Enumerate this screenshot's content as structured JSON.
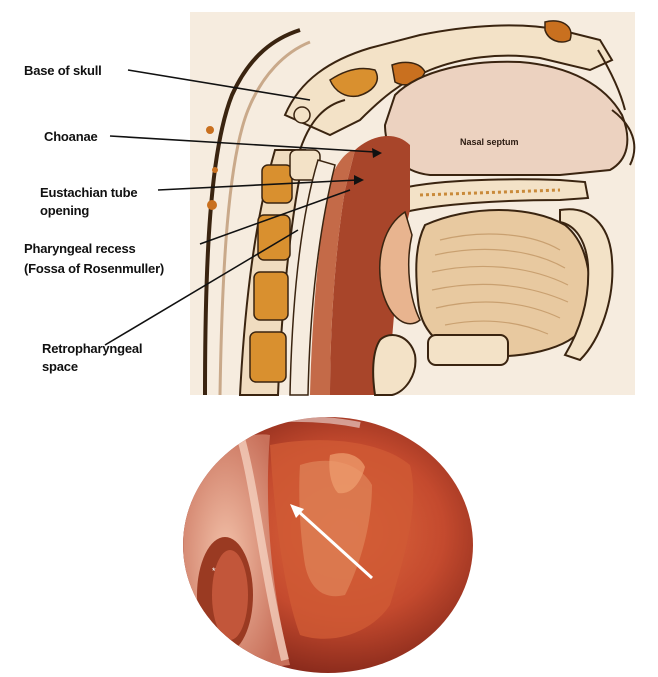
{
  "diagram": {
    "labels": {
      "base_of_skull": "Base of skull",
      "choanae": "Choanae",
      "eustachian_line1": "Eustachian tube",
      "eustachian_line2": "opening",
      "pharyngeal_line1": "Pharyngeal recess",
      "pharyngeal_line2": "(Fossa of Rosenmuller)",
      "retro_line1": "Retropharyngeal",
      "retro_line2": "space",
      "nasal_septum": "Nasal septum"
    },
    "colors": {
      "bone": "#f3e2c7",
      "bone_outline": "#3a2410",
      "pharynx_wall": "#a8452a",
      "pharynx_dark": "#8c3420",
      "tongue": "#e8c9a0",
      "background": "#ffffff"
    }
  },
  "endoscopy": {
    "marker": "*",
    "colors": {
      "mucosa": "#c44a2e",
      "mucosa_light": "#e8a08a",
      "arrow": "#ffffff"
    }
  }
}
